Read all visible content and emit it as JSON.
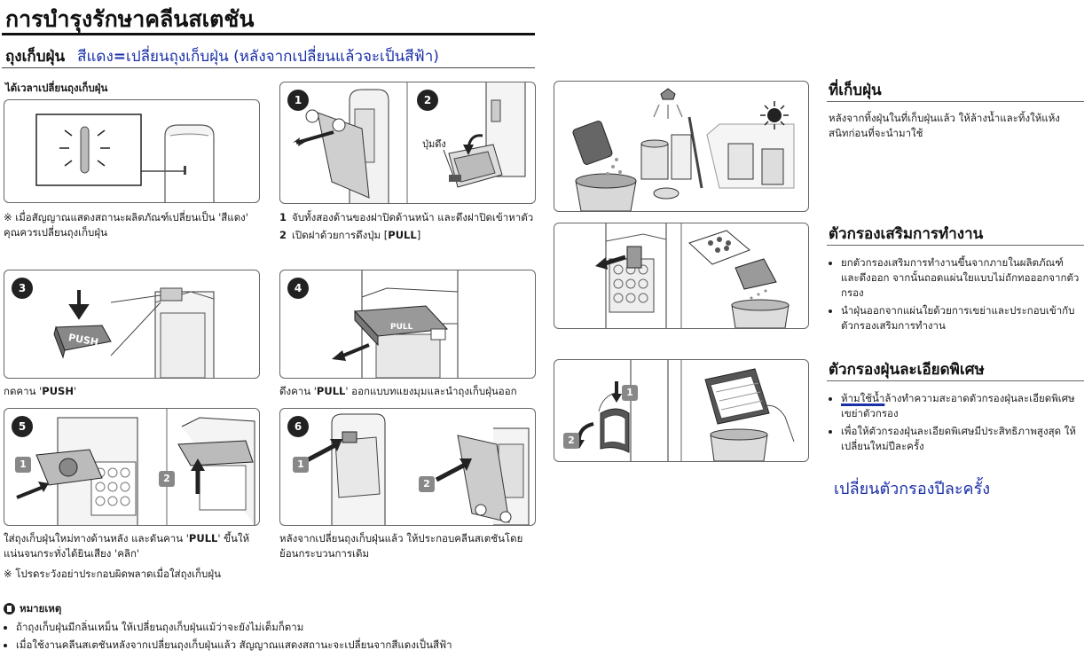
{
  "page_title": "การบำรุงรักษาคลีนสเตชัน",
  "subtitle": {
    "label": "ถุงเก็บฝุ่น",
    "red_text": "สีแดง",
    "equals": "=",
    "change_text": "เปลี่ยนถุงเก็บฝุ่น (หลังจากเปลี่ยนแล้วจะเป็นสีฟ้า)"
  },
  "indicator": {
    "heading": "ได้เวลาเปลี่ยนถุงเก็บฝุ่น",
    "note": "※ เมื่อสัญญาณแสดงสถานะผลิตภัณฑ์เปลี่ยนเป็น 'สีแดง' คุณควรเปลี่ยนถุงเก็บฝุ่น"
  },
  "steps": {
    "s1": "1",
    "s2": "2",
    "s3": "3",
    "s4": "4",
    "s5": "5",
    "s6": "6",
    "pull_button_label": "ปุ่มดึง",
    "push_label": "PUSH",
    "pull_label": "PULL",
    "step12_line1_num": "1",
    "step12_line1": "จับทั้งสองด้านของฝาปิดด้านหน้า และดึงฝาปิดเข้าหาตัว",
    "step12_line2_num": "2",
    "step12_line2_pre": "เปิดฝาด้วยการดึงปุ่ม [",
    "step12_line2_bold": "PULL",
    "step12_line2_post": "]",
    "step3_pre": "กดคาน '",
    "step3_bold": "PUSH",
    "step3_post": "'",
    "step4_pre": "ดึงคาน '",
    "step4_bold": "PULL",
    "step4_post": "' ออกแบบทแยงมุมและนำถุงเก็บฝุ่นออก",
    "step5_pre": "ใส่ถุงเก็บฝุ่นใหม่ทางด้านหลัง และดันคาน '",
    "step5_bold": "PULL",
    "step5_post": "' ขึ้นให้แน่นจนกระทั่งได้ยินเสียง 'คลิก'",
    "step5_note": "※ โปรดระวังอย่าประกอบผิดพลาดเมื่อใส่ถุงเก็บฝุ่น",
    "step6_text": "หลังจากเปลี่ยนถุงเก็บฝุ่นแล้ว ให้ประกอบคลีนสเตชันโดยย้อนกระบวนการเดิม",
    "sub1": "1",
    "sub2": "2"
  },
  "notes": {
    "heading": "หมายเหตุ",
    "items": [
      "ถ้าถุงเก็บฝุ่นมีกลิ่นเหม็น ให้เปลี่ยนถุงเก็บฝุ่นแม้ว่าจะยังไม่เต็มก็ตาม",
      "เมื่อใช้งานคลีนสเตชันหลังจากเปลี่ยนถุงเก็บฝุ่นแล้ว สัญญาณแสดงสถานะจะเปลี่ยนจากสีแดงเป็นสีฟ้า"
    ]
  },
  "dust_bin": {
    "heading": "ที่เก็บฝุ่น",
    "text": "หลังจากทิ้งฝุ่นในที่เก็บฝุ่นแล้ว ให้ล้างน้ำและทิ้งให้แห้งสนิทก่อนที่จะนำมาใช้"
  },
  "pre_filter": {
    "heading": "ตัวกรองเสริมการทำงาน",
    "items": [
      "ยกตัวกรองเสริมการทำงานขึ้นจากภายในผลิตภัณฑ์และดึงออก จากนั้นถอดแผ่นใยแบบไม่ถักทอออกจากตัวกรอง",
      "นำฝุ่นออกจากแผ่นใยด้วยการเขย่าและประกอบเข้ากับตัวกรองเสริมการทำงาน"
    ]
  },
  "fine_filter": {
    "heading": "ตัวกรองฝุ่นละเอียดพิเศษ",
    "item1_underlined": "ห้ามใช้น้ำ",
    "item1_rest": "ล้างทำความสะอาดตัวกรองฝุ่นละเอียดพิเศษ เขย่าตัวกรอง",
    "item2": "เพื่อให้ตัวกรองฝุ่นละเอียดพิเศษมีประสิทธิภาพสูงสุด ให้เปลี่ยนใหม่ปีละครั้ง",
    "replace_text": "เปลี่ยนตัวกรองปีละครั้ง",
    "sub1": "1",
    "sub2": "2"
  },
  "colors": {
    "accent_blue": "#1a2fa8",
    "badge_dark": "#222222",
    "badge_gray": "#888888"
  }
}
